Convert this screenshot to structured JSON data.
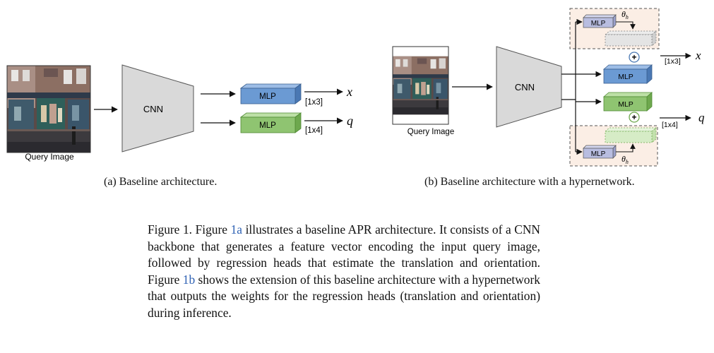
{
  "figure": {
    "query_image_label": "Query Image",
    "cnn_label": "CNN",
    "mlp_label": "MLP",
    "dim_x": "[1x3]",
    "dim_q": "[1x4]",
    "out_x": "x",
    "out_q": "q",
    "theta": "θ",
    "theta_sub": "h",
    "plus": "+",
    "colors": {
      "mlp_blue": "#6b9ad3",
      "mlp_green": "#8fc471",
      "mlp_lavender": "#b8bde0",
      "cnn_gray": "#d9d9d9",
      "hyper_bg": "#fbeee5",
      "ghost_gray": "#e4e4e4",
      "ghost_green": "#d6ecc6"
    }
  },
  "subcaption_a": "(a) Baseline architecture.",
  "subcaption_b": "(b) Baseline architecture with a hypernetwork.",
  "caption": {
    "part1": "Figure 1.  Figure ",
    "ref1": "1a",
    "part2": " illustrates a baseline APR architecture.  It consists of a CNN backbone that generates a feature vector encoding the input query image, followed by regression heads that estimate the translation and orientation. Figure ",
    "ref2": "1b",
    "part3": " shows the extension of this baseline architecture with a hypernetwork that outputs the weights for the regression heads (translation and orientation) during inference."
  }
}
